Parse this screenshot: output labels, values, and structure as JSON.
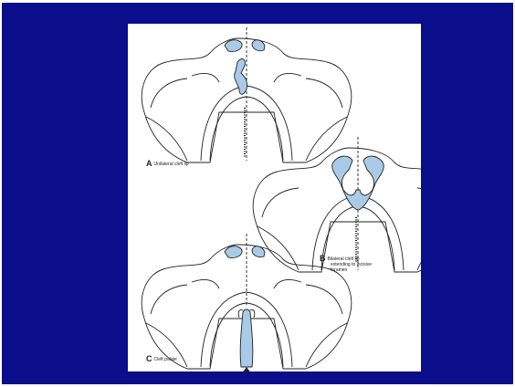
{
  "captions": {
    "a": {
      "letter": "A",
      "text": "Unilateral cleft lip"
    },
    "b": {
      "letter": "B",
      "line1": "Bilateral cleft lip",
      "line2": "extending to incisive",
      "line3": "foramen"
    },
    "c": {
      "letter": "C",
      "text": "Cleft palate"
    }
  },
  "colors": {
    "background": "#0a0e8a",
    "cleft": "#a9cbe8",
    "line": "#222222"
  }
}
